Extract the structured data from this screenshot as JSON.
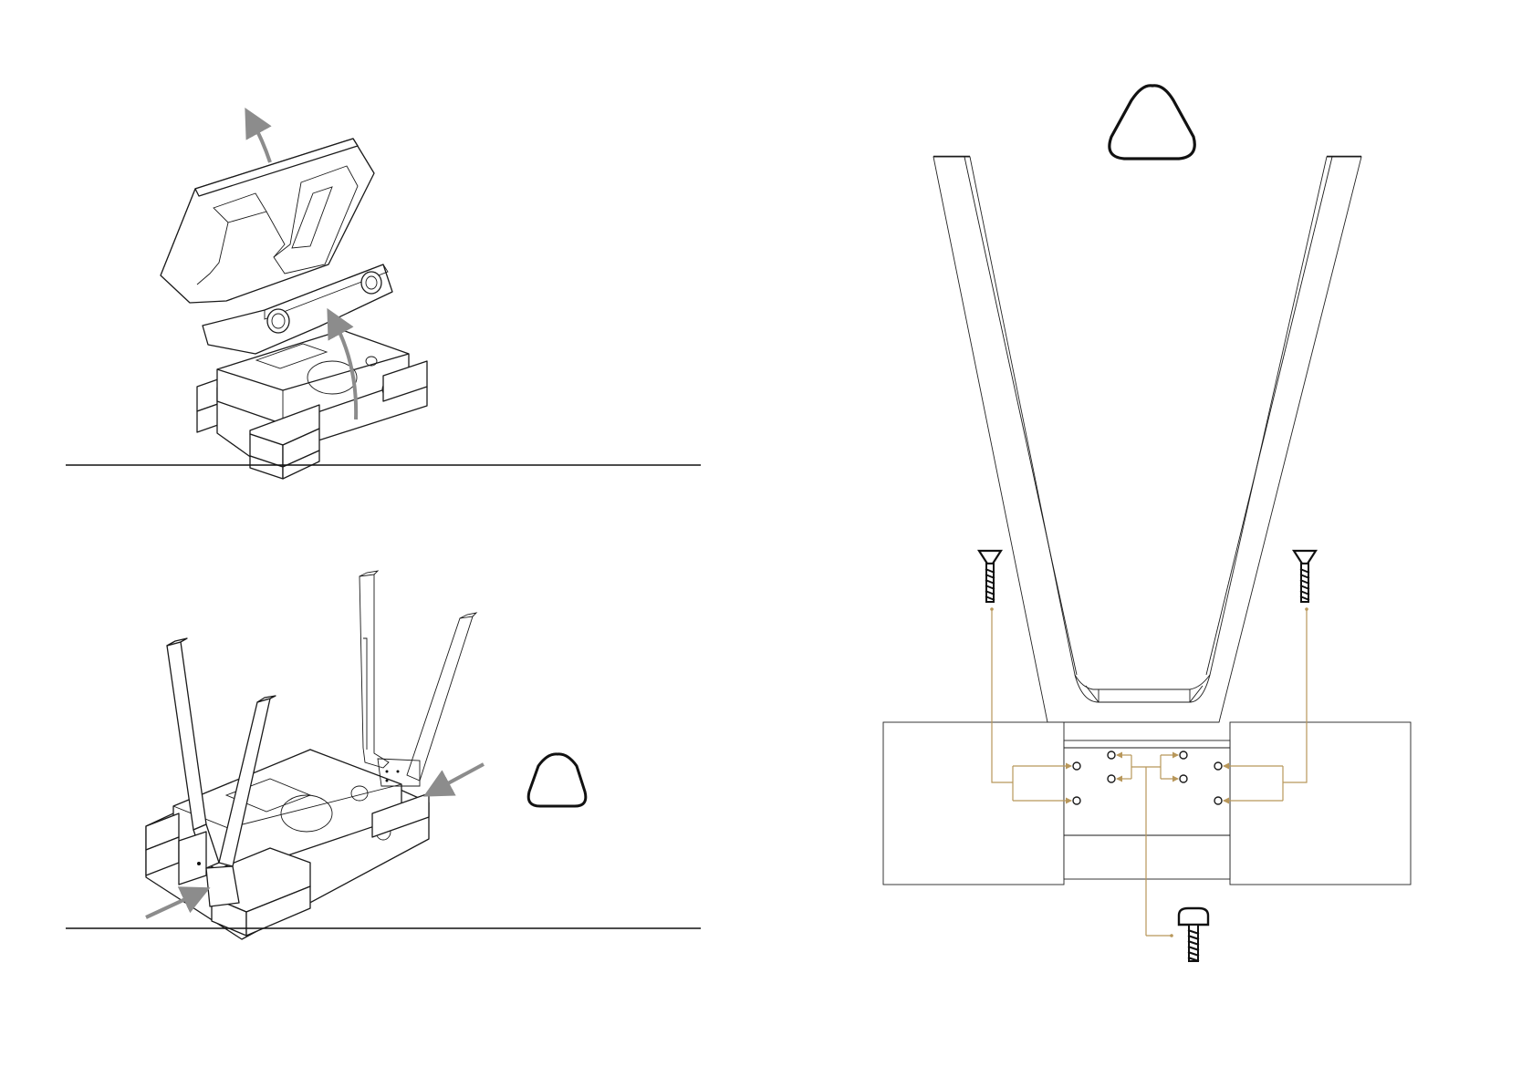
{
  "colors": {
    "line": "#1a1a1a",
    "motion_arrow": "#8c8c8c",
    "guide": "#b8975a",
    "background": "#ffffff"
  },
  "icons": {
    "warning": "warning-triangle-icon",
    "countersunk_screw": "countersunk-screw-icon",
    "round_head_screw": "round-head-screw-icon"
  },
  "steps": [
    {
      "id": "remove-cover",
      "arrow_count": 2
    },
    {
      "id": "insert-legs",
      "arrow_count": 2,
      "warning": true
    },
    {
      "id": "fasten-frame",
      "countersunk_screws": 2,
      "round_head_screws": 1,
      "warning": true
    }
  ]
}
